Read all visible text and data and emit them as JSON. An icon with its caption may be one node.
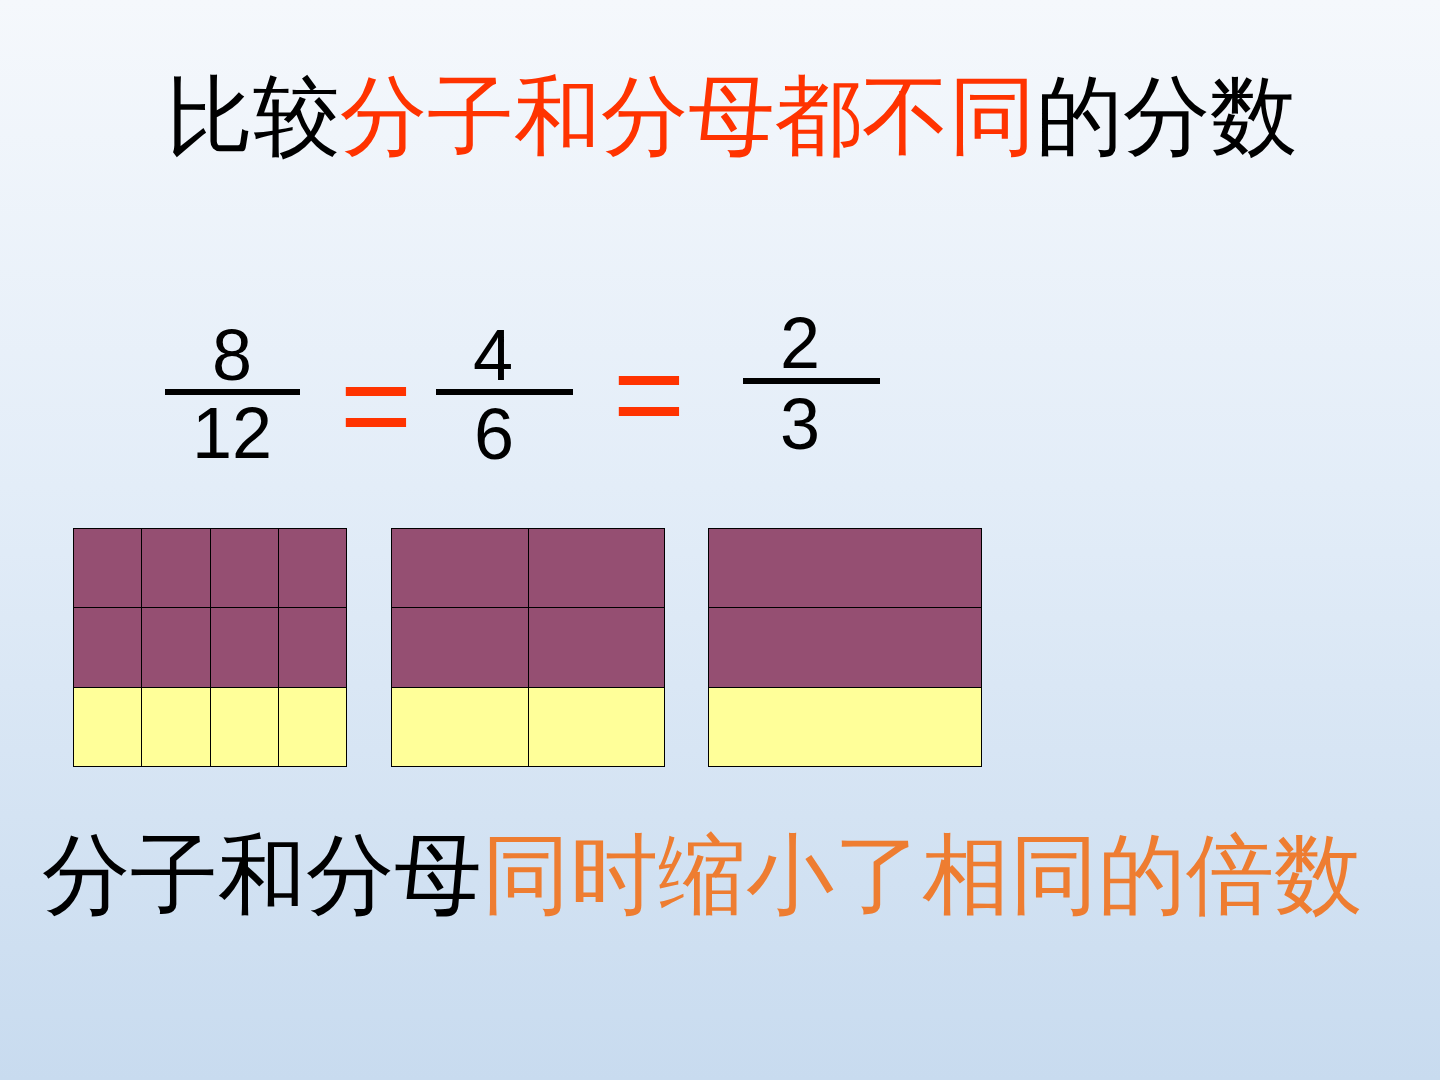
{
  "diagram": {
    "title": "比较**分子和分母都不同**的分数",
    "caption": "分子和分母**同时缩小了相同的倍数**",
    "nodes": [
      {
        "text": [],
        "shape": "grid"
      },
      {
        "text": [],
        "shape": "grid"
      },
      {
        "text": [],
        "shape": "grid"
      }
    ],
    "labels": [
      "8",
      "12",
      "=",
      "4",
      "6",
      "=",
      "2",
      "3"
    ]
  }
}
